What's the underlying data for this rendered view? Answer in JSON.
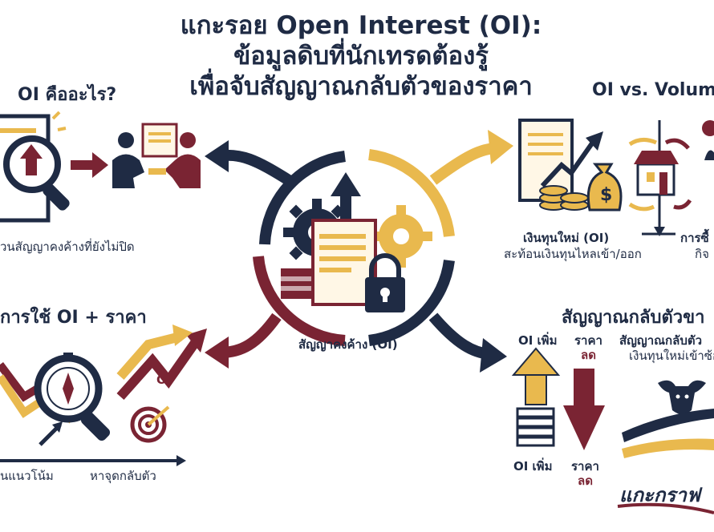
{
  "title": {
    "line1": "แกะรอย Open Interest (OI):",
    "line2": "ข้อมูลดิบที่นักเทรดต้องรู้",
    "line3": "เพื่อจับสัญญาณกลับตัวของราคา"
  },
  "center": {
    "label": "สัญญาคงค้าง (OI)"
  },
  "sections": {
    "what_is": {
      "title": "OI คืออะไร?",
      "caption": "วนสัญญาคงค้างที่ยังไม่ปิด"
    },
    "vs_volume": {
      "title": "OI vs. Volum",
      "caption1": "เงินทุนใหม่ (OI)",
      "caption2": "สะท้อนเงินทุนไหลเข้า/ออก",
      "caption3": "การซื้",
      "caption4": "กิจ"
    },
    "usage": {
      "title": "การใช้ OI + ราคา",
      "oi_label": "OI",
      "caption_left": "นแนวโน้ม",
      "caption_right": "หาจุดกลับตัว"
    },
    "reversal": {
      "title": "สัญญาณกลับตัวขา",
      "oi_up_top": "OI เพิ่ม",
      "price_top": "ราคา",
      "price_down_top": "ลด",
      "signal": "สัญญาณกลับตัว",
      "signal_sub": "เงินทุนใหม่เข้าซ้อ",
      "oi_up_bottom": "OI เพิ่ม",
      "price_bottom": "ราคา",
      "price_down_bottom": "ลด",
      "brand": "แกะกราฟ"
    }
  },
  "colors": {
    "navy": "#1f2b44",
    "gold": "#e9b94e",
    "maroon": "#7a2433",
    "white": "#ffffff"
  }
}
